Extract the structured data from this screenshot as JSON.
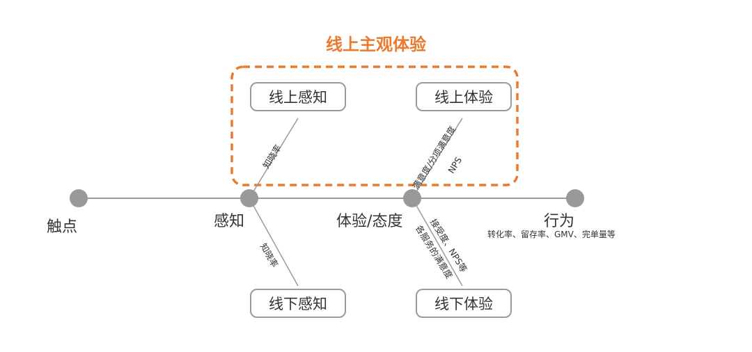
{
  "title": "线上主观体验",
  "nodes": {
    "touch": "触点",
    "perception": "感知",
    "experience": "体验/态度",
    "behavior": "行为"
  },
  "behavior_metrics": "转化率、留存率、GMV、完单量等",
  "boxes": {
    "online_perception": "线上感知",
    "online_experience": "线上体验",
    "offline_perception": "线下感知",
    "offline_experience": "线下体验"
  },
  "branch_labels": {
    "online_perception": "知晓率",
    "offline_perception": "知晓率",
    "online_experience_1": "满意度/分项满意度",
    "online_experience_2": "NPS",
    "offline_experience_1": "接受度、NPS等",
    "offline_experience_2": "各服务的满意度"
  },
  "colors": {
    "accent": "#ea7a2e",
    "line": "#9a9a9a",
    "node": "#999999"
  }
}
